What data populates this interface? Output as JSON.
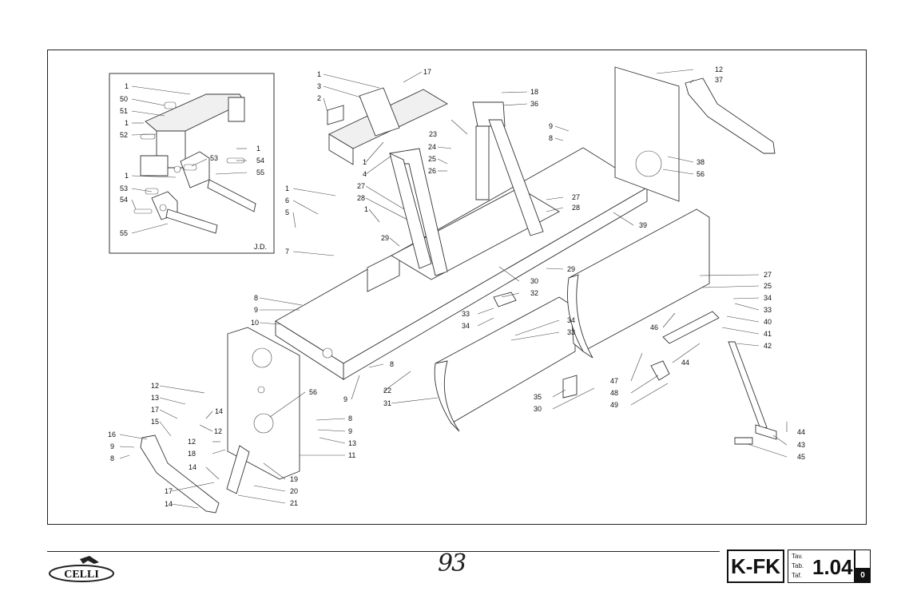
{
  "sheet": {
    "code": "K-FK",
    "tav_labels": [
      "Tav.",
      "Tab.",
      "Taf."
    ],
    "table_number": "1.04",
    "revision": "0",
    "page_number": "93",
    "brand": "CELLI"
  },
  "inset": {
    "label": "J.D.",
    "callouts": [
      "1",
      "50",
      "51",
      "1",
      "52",
      "53",
      "1",
      "54",
      "55",
      "1",
      "53",
      "54",
      "55"
    ]
  },
  "main_callouts": [
    "1",
    "17",
    "3",
    "2",
    "18",
    "36",
    "23",
    "9",
    "8",
    "24",
    "25",
    "26",
    "1",
    "4",
    "27",
    "28",
    "1",
    "6",
    "5",
    "1",
    "29",
    "27",
    "28",
    "39",
    "7",
    "12",
    "37",
    "38",
    "56",
    "30",
    "29",
    "27",
    "25",
    "34",
    "33",
    "40",
    "41",
    "42",
    "8",
    "9",
    "10",
    "32",
    "33",
    "34",
    "34",
    "33",
    "46",
    "44",
    "8",
    "22",
    "9",
    "31",
    "56",
    "47",
    "48",
    "49",
    "35",
    "30",
    "12",
    "13",
    "17",
    "15",
    "14",
    "12",
    "12",
    "18",
    "8",
    "9",
    "13",
    "11",
    "16",
    "9",
    "8",
    "14",
    "19",
    "17",
    "20",
    "14",
    "21",
    "44",
    "43",
    "45"
  ]
}
